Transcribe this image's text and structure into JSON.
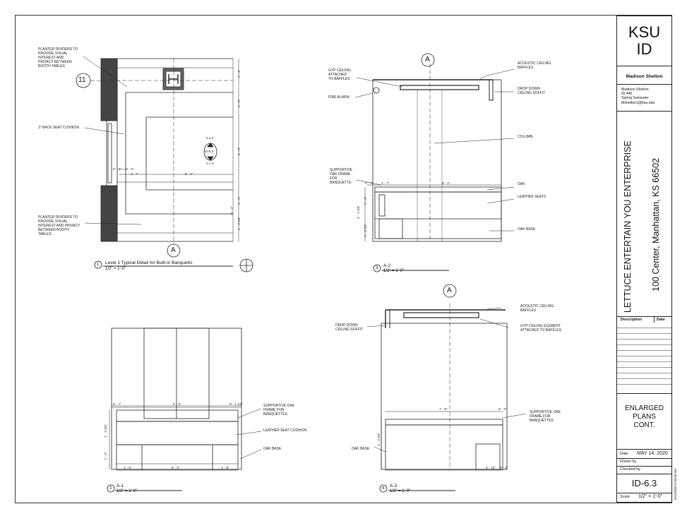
{
  "details": {
    "plan": {
      "title": "Level 1 Typical Detail for Built-in Banquetts",
      "scale": "1/2\" = 1'-0\"",
      "number": "1",
      "gridline": "11",
      "section_marker": "A",
      "elev_tag": {
        "top": "3 A-2",
        "center": "ID-6.3",
        "bottom": "4 A-3"
      },
      "notes": {
        "planter_top": "PLANTER DIVIDERS TO\nPROVIDE VISUAL\nINTEREST AND\nPRIVACY BETWEEN\nBOOTH TABLES",
        "back_cushion": "3\" BACK SEAT CUSHION",
        "planter_bottom": "PLANTER DIVIDERS TO\nPROVIDE VISUAL\nINTEREST AND PRIVACY\nBETWEEN BOOTH\nTABLES"
      },
      "dims": {
        "d1": "1' - 6\"",
        "d2": "1' - 6\"",
        "d3": "5' - 0\"",
        "d4": "1' - 6\"",
        "d5": "0' - 3\"",
        "d6": "1' - 3 1/4\"",
        "d7": "0' - 2\"",
        "d8": "0' - 3\"",
        "d9": "1' - 7\"",
        "d10": "6' - 2\""
      }
    },
    "a2": {
      "title": "A-2",
      "scale": "1/2\" = 1'-0\"",
      "number": "3",
      "marker": "A",
      "notes": {
        "gyp": "GYP CEILING\nATTACHED\nTO BAFFLES",
        "fire": "FIRE ALARM",
        "acoustic": "ACOUSTIC CEILING\nBAFFLES",
        "drop": "DROP DOWN\nCEILING SOFFIT",
        "column": "COLUMN",
        "frame": "SUPPORTIVE\nOAK FRAME\nFOR\nBANQUETTE",
        "oak": "OAK",
        "leather": "LEATHER SEATS",
        "oakbase": "OAK BASE"
      },
      "dims": {
        "a": "0' - 7\"",
        "b": "1' - 7\"",
        "c": "6' - 2\"",
        "d": "2' - 2 3/4\"",
        "e": "1' - 6\"",
        "f": "1' - 3 1/2\""
      }
    },
    "a1": {
      "title": "A-1",
      "scale": "1/2\" = 1'-0\"",
      "number": "2",
      "notes": {
        "frame": "SUPPORTIVE OAK\nFRAME FOR\nBANQUETTES",
        "leather": "LEATHER SEAT CUSHION",
        "oakbase": "OAK BASE"
      },
      "dims": {
        "a": "0' - 7\"",
        "b": "8' - 0\"",
        "c": "0' - 1 1/2\"",
        "d": "1' - 3 3/4\"",
        "e": "1' - 6\"",
        "f": "1' - 9\"",
        "g": "6' - 0\"",
        "h": "1' - 9\""
      }
    },
    "a3": {
      "title": "A-3",
      "scale": "1/2\" = 1'-0\"",
      "number": "4",
      "marker": "A",
      "notes": {
        "acoustic": "ACOUSTIC CEILING\nBAFFLES",
        "drop": "DROP DOWN\nCEILING SOFFIT",
        "gyp": "GYP CEILING ELEMENT\nATTACHED TO BAFFLES",
        "frame": "SUPPORTIVE OAK\nFRAME FOR\nBANQUETTES",
        "oakbase": "OAK BASE"
      },
      "dims": {
        "a": "7' - 9\"",
        "b": "0' - 3\"",
        "c": "1' - 3 3/4\"",
        "d": "1' - 10\"",
        "e": "0' - 2\""
      }
    }
  },
  "titleblock": {
    "school": "KSU",
    "dept": "ID",
    "designer": "Madison Shelton",
    "info": "Madison Shelton\nID 445\nSpring Semester\nMshelton1@ksu.edu",
    "project": "LETTUCE ENTERTAIN YOU ENTERPRISE",
    "address": "100 Center, Manhattan, KS 66502",
    "rev_desc": "Description",
    "rev_date": "Date",
    "sheet_title": "ENLARGED\nPLANS\nCONT.",
    "date_label": "Date",
    "date_value": "MAY 14, 2020",
    "drawn_label": "Drawn by",
    "checked_label": "Checked by",
    "sheet_number": "ID-6.3",
    "scale_label": "Scale",
    "scale_value": "1/2\" = 1'-0\"",
    "timestamp": "5/14/2020 9:20:06 AM"
  },
  "colors": {
    "line": "#222222",
    "dark": "#444444",
    "hatch": "#666666"
  }
}
